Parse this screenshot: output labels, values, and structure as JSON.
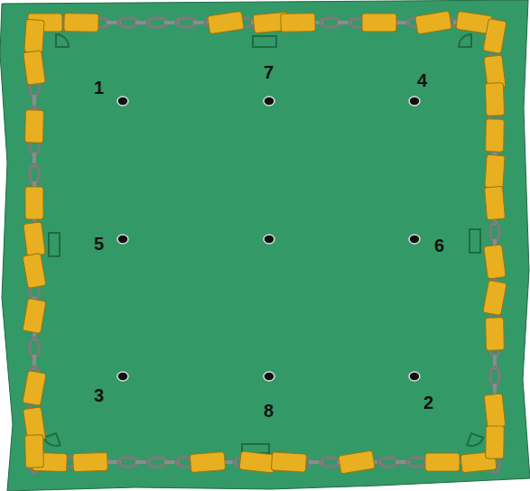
{
  "diagram": {
    "labels": [
      "1",
      "7",
      "4",
      "5",
      "6",
      "3",
      "8",
      "2"
    ]
  }
}
